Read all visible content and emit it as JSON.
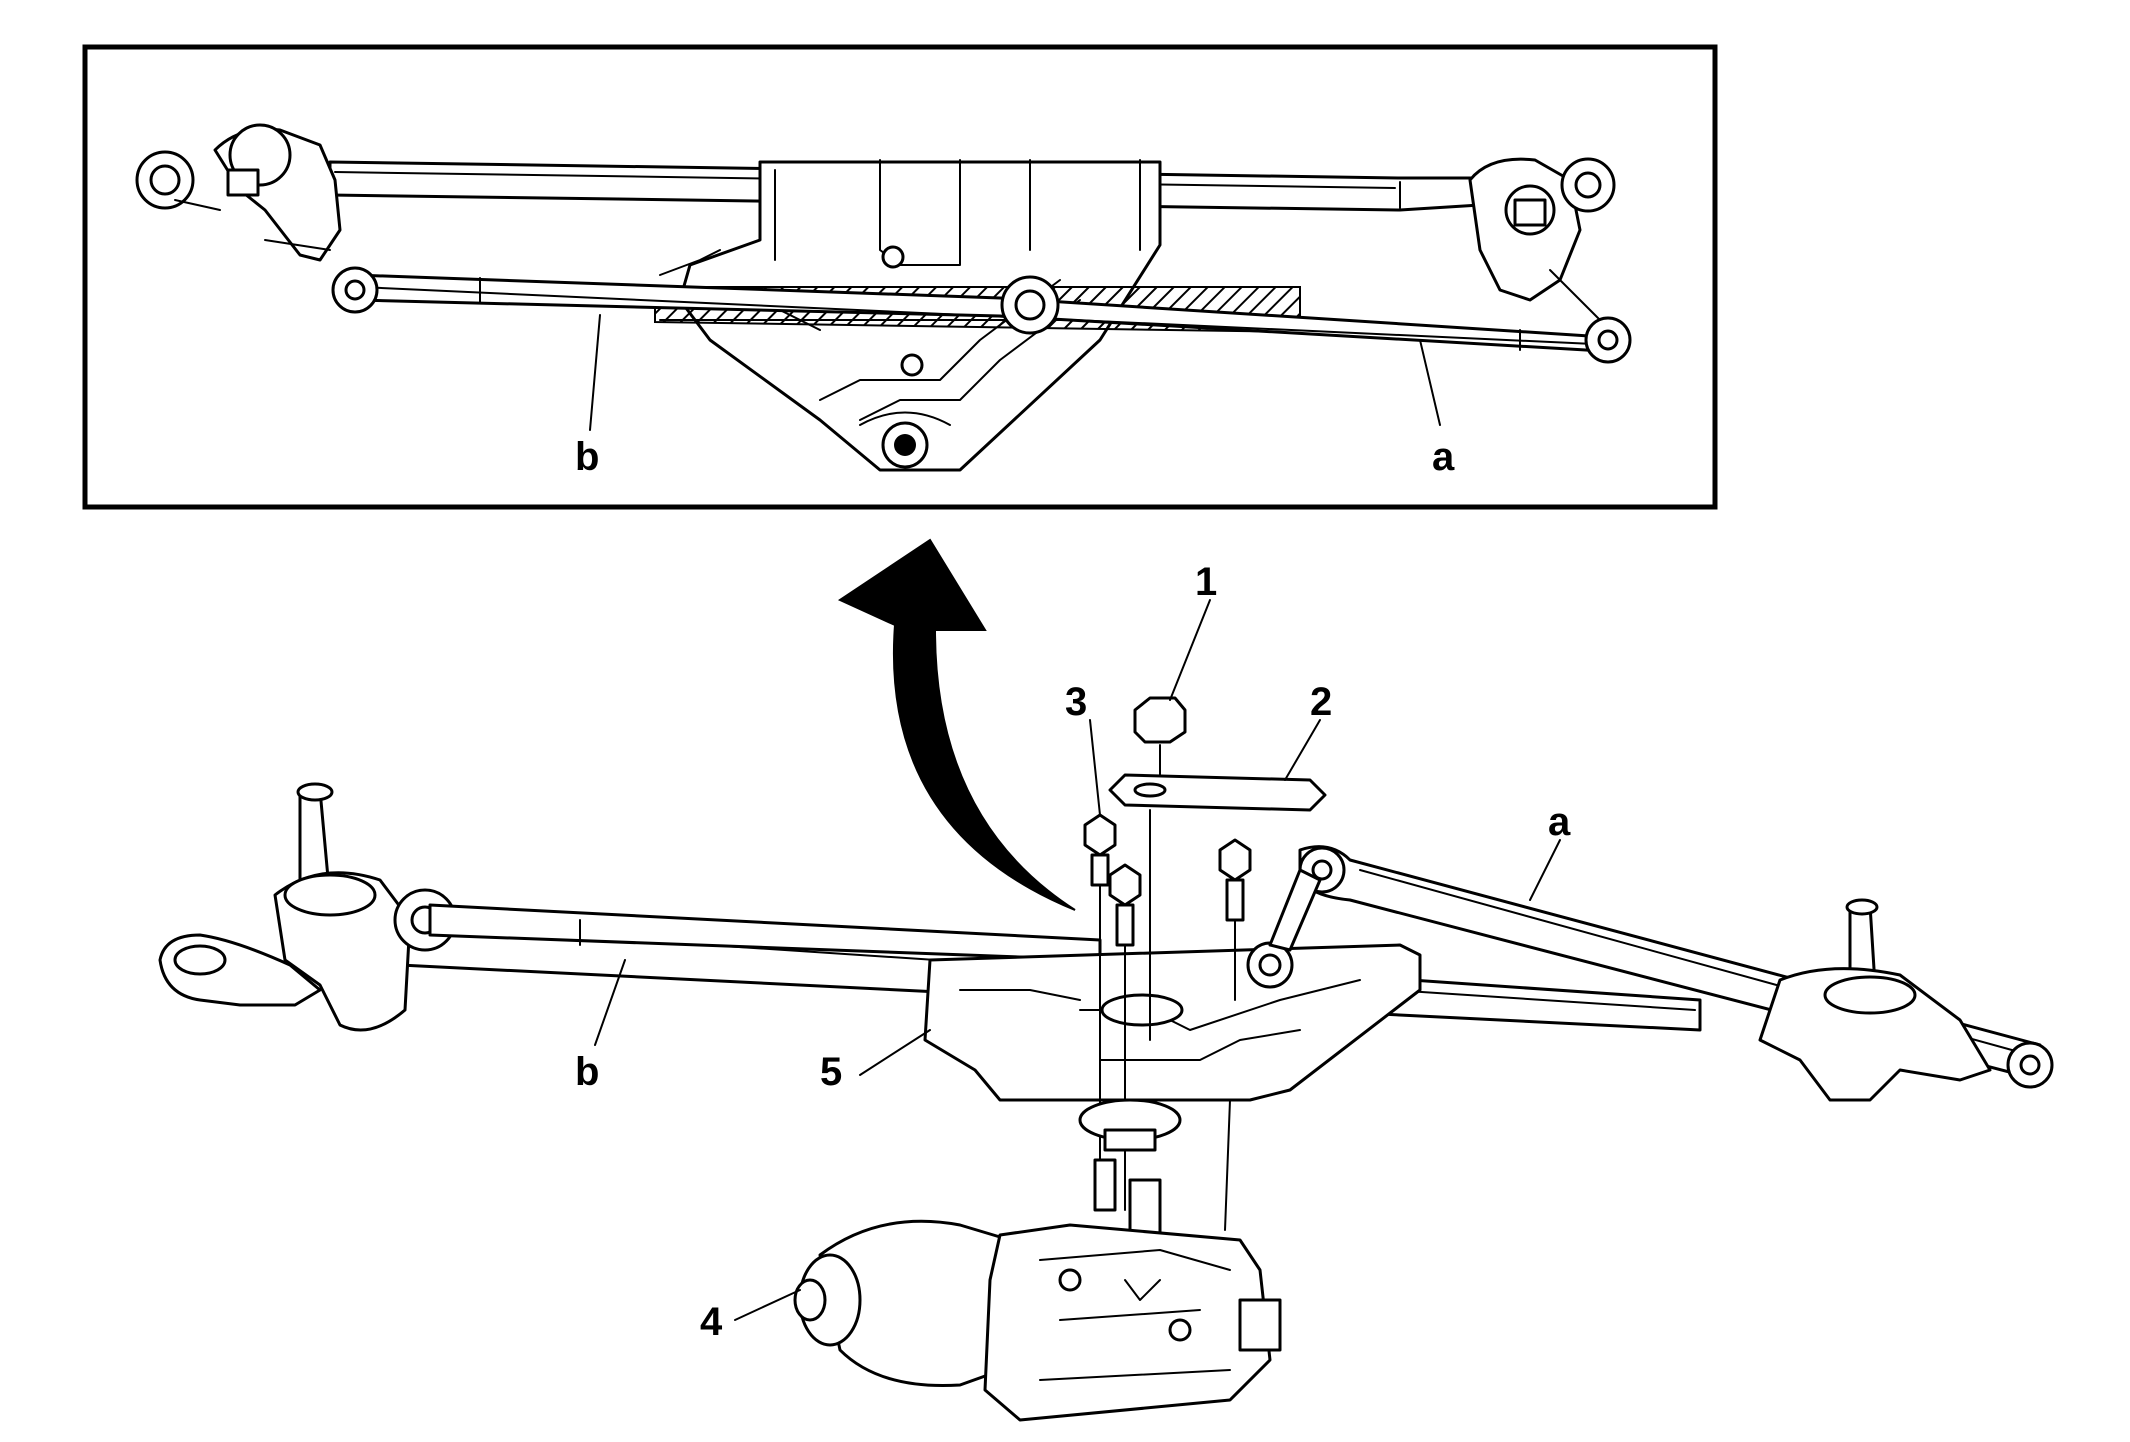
{
  "callouts": {
    "inset_b": "b",
    "inset_a": "a",
    "part_1": "1",
    "part_2": "2",
    "part_3": "3",
    "part_4": "4",
    "part_5": "5",
    "main_a": "a",
    "main_b": "b"
  },
  "colors": {
    "line": "#000000",
    "background": "#ffffff",
    "hatch": "#000000"
  },
  "icons": {
    "view_arrow": "curved-arrow-up-icon"
  }
}
